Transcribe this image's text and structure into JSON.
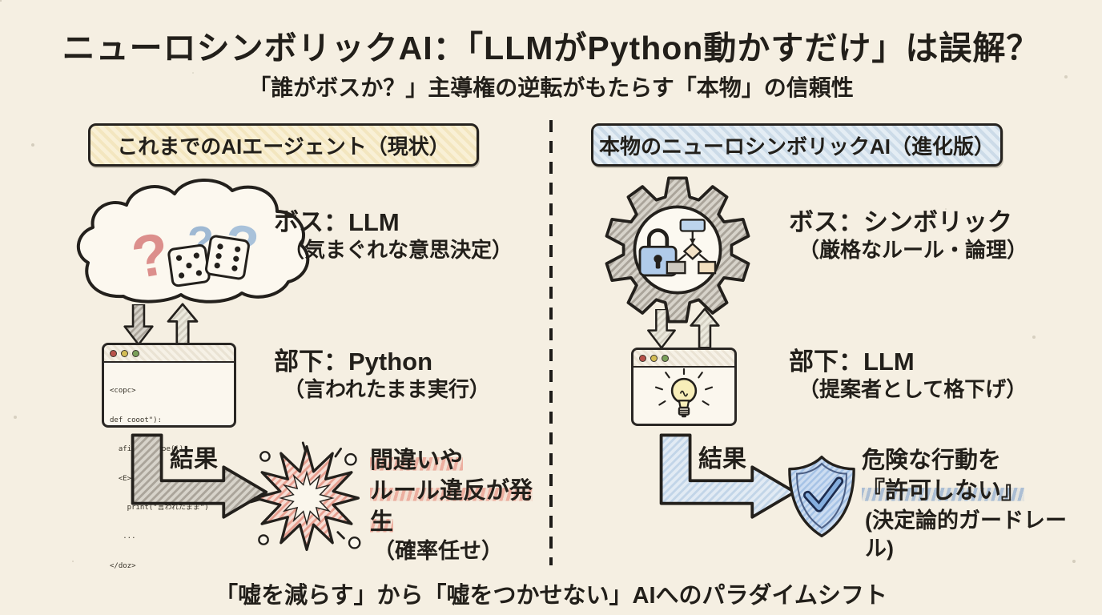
{
  "title": "ニューロシンボリックAI：「LLMがPython動かすだけ」は誤解？",
  "subtitle": "「誰がボスか？」主導権の逆転がもたらす「本物」の信頼性",
  "footer": "「嘘を減らす」から「嘘をつかせない」AIへのパラダイムシフト",
  "glyphs": {
    "question_mark": "?"
  },
  "left": {
    "header": "これまでのAIエージェント（現状）",
    "boss_label": "ボス：LLM",
    "boss_note": "（気まぐれな意思決定）",
    "worker_label": "部下：Python",
    "worker_note": "（言われたまま実行）",
    "result_label": "結果",
    "outcome": {
      "line1": "間違いや",
      "line2": "ルール違反が発生",
      "line3": "（確率任せ）"
    },
    "code_window": {
      "lines": [
        "<copc>",
        "def cooot\"):",
        "  afic = vcooe(|)",
        "  <E>",
        "    print(\"言われたまま\")",
        "   ...",
        "</doz>"
      ]
    },
    "icons": {
      "boss": "cloud-questions-dice-icon",
      "worker": "code-window-icon",
      "outcome": "explosion-icon"
    }
  },
  "right": {
    "header": "本物のニューロシンボリックAI（進化版）",
    "boss_label": "ボス：シンボリック",
    "boss_note": "（厳格なルール・論理）",
    "worker_label": "部下：LLM",
    "worker_note": "（提案者として格下げ）",
    "result_label": "結果",
    "outcome": {
      "line1": "危険な行動を",
      "line2": "『許可しない』",
      "line3": "(決定論的ガードレール)"
    },
    "icons": {
      "boss": "gear-lock-flowchart-icon",
      "worker": "browser-lightbulb-icon",
      "outcome": "shield-check-icon"
    }
  },
  "colors": {
    "background": "#f5efe2",
    "ink": "#221f1a",
    "left_header_bg": "#f6ecc9",
    "right_header_bg": "#dfe8ef",
    "pink_highlight": "#e47a6a",
    "blue_highlight": "#6e96c8",
    "gear_gray": "#d7d3ca",
    "shield_blue": "#cdddf1",
    "check_navy": "#1d2c4e",
    "bulb_yellow": "#f8eeb9",
    "lock_blue": "#b0cbea",
    "dot_red": "#b8524a",
    "dot_yellow": "#d4bd55",
    "dot_green": "#7aa05a"
  }
}
